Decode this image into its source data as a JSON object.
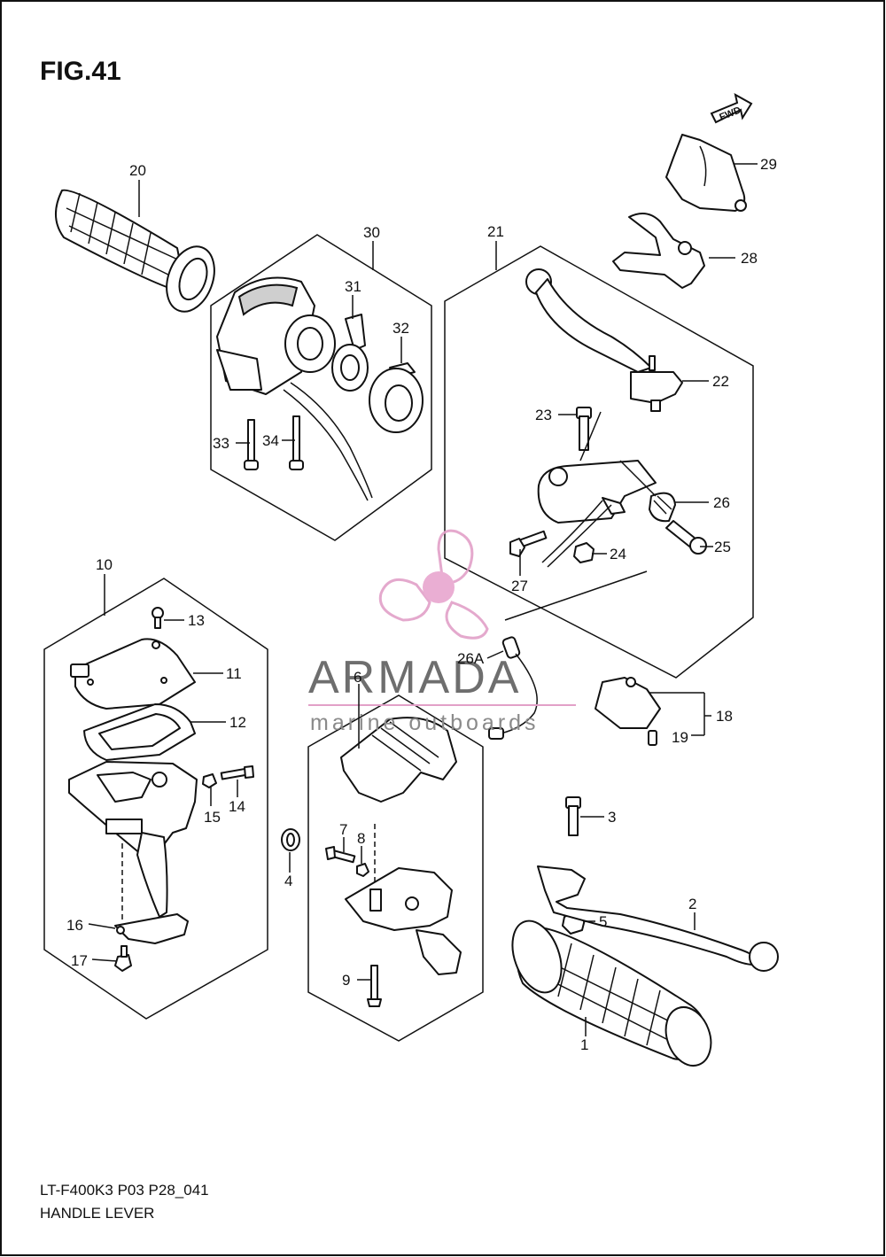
{
  "figure": {
    "title": "FIG.41"
  },
  "direction_label": "FWD",
  "callouts": [
    {
      "id": "c1",
      "label": "1"
    },
    {
      "id": "c2",
      "label": "2"
    },
    {
      "id": "c3",
      "label": "3"
    },
    {
      "id": "c4",
      "label": "4"
    },
    {
      "id": "c5",
      "label": "5"
    },
    {
      "id": "c6",
      "label": "6"
    },
    {
      "id": "c7",
      "label": "7"
    },
    {
      "id": "c8",
      "label": "8"
    },
    {
      "id": "c9",
      "label": "9"
    },
    {
      "id": "c10",
      "label": "10"
    },
    {
      "id": "c11",
      "label": "11"
    },
    {
      "id": "c12",
      "label": "12"
    },
    {
      "id": "c13",
      "label": "13"
    },
    {
      "id": "c14",
      "label": "14"
    },
    {
      "id": "c15",
      "label": "15"
    },
    {
      "id": "c16",
      "label": "16"
    },
    {
      "id": "c17",
      "label": "17"
    },
    {
      "id": "c18",
      "label": "18"
    },
    {
      "id": "c19",
      "label": "19"
    },
    {
      "id": "c20",
      "label": "20"
    },
    {
      "id": "c21",
      "label": "21"
    },
    {
      "id": "c22",
      "label": "22"
    },
    {
      "id": "c23",
      "label": "23"
    },
    {
      "id": "c24",
      "label": "24"
    },
    {
      "id": "c25",
      "label": "25"
    },
    {
      "id": "c26",
      "label": "26"
    },
    {
      "id": "c26a",
      "label": "26A"
    },
    {
      "id": "c27",
      "label": "27"
    },
    {
      "id": "c28",
      "label": "28"
    },
    {
      "id": "c29",
      "label": "29"
    },
    {
      "id": "c30",
      "label": "30"
    },
    {
      "id": "c31",
      "label": "31"
    },
    {
      "id": "c32",
      "label": "32"
    },
    {
      "id": "c33",
      "label": "33"
    },
    {
      "id": "c34",
      "label": "34"
    }
  ],
  "watermark": {
    "brand": "ARMADA",
    "tagline": "marine outboards"
  },
  "footer": {
    "code": "LT-F400K3 P03 P28_041",
    "caption": "HANDLE LEVER"
  },
  "colors": {
    "watermark_pink": "#e2a0c8",
    "watermark_pink_fill": "#e8a6cf",
    "ink": "#111111"
  }
}
